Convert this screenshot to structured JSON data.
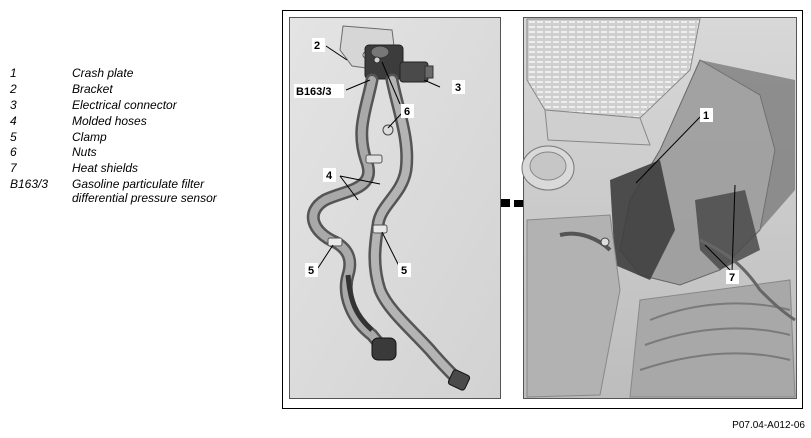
{
  "legend": [
    {
      "num": "1",
      "text": "Crash plate"
    },
    {
      "num": "2",
      "text": "Bracket"
    },
    {
      "num": "3",
      "text": "Electrical connector"
    },
    {
      "num": "4",
      "text": "Molded hoses"
    },
    {
      "num": "5",
      "text": "Clamp"
    },
    {
      "num": "6",
      "text": "Nuts"
    },
    {
      "num": "7",
      "text": "Heat shields"
    },
    {
      "num": "B163/3",
      "text": "Gasoline particulate filter",
      "text2": "differential pressure sensor"
    }
  ],
  "callouts": {
    "c2": "2",
    "c3": "3",
    "cb163": "B163/3",
    "c6": "6",
    "c4": "4",
    "c5a": "5",
    "c5b": "5",
    "c1": "1",
    "c7": "7"
  },
  "reference": "P07.04-A012-06"
}
